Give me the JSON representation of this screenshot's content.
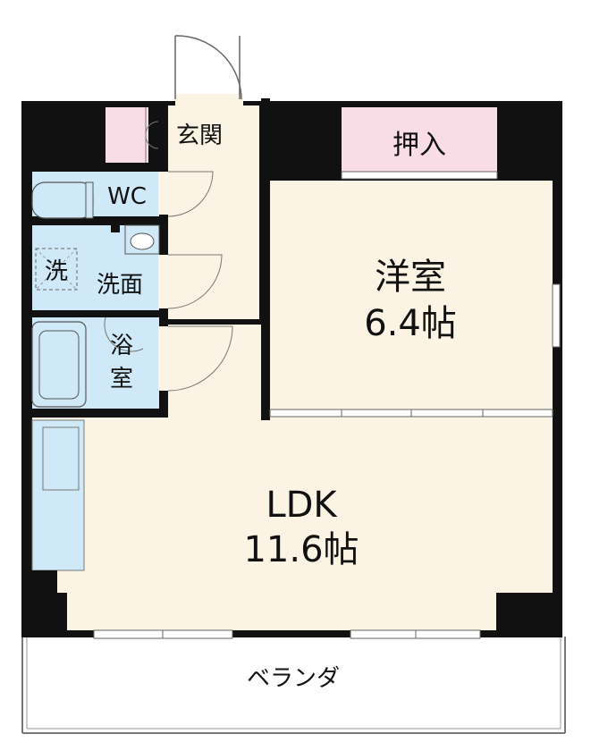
{
  "floor_plan": {
    "rooms": {
      "entrance": {
        "label": "玄関"
      },
      "closet": {
        "label": "押入"
      },
      "toilet": {
        "label": "WC"
      },
      "washer": {
        "label": "洗"
      },
      "washroom": {
        "label": "洗面"
      },
      "bathroom": {
        "label_line1": "浴",
        "label_line2": "室"
      },
      "western_room": {
        "label": "洋室",
        "size": "6.4帖"
      },
      "ldk": {
        "label": "LDK",
        "size": "11.6帖"
      },
      "balcony": {
        "label": "ベランダ"
      }
    },
    "colors": {
      "wall": "#111111",
      "floor": "#fbf4e4",
      "wet_area": "#cfe9f8",
      "closet": "#f9dde6",
      "balcony_line": "#777777",
      "window": "#666666"
    }
  }
}
